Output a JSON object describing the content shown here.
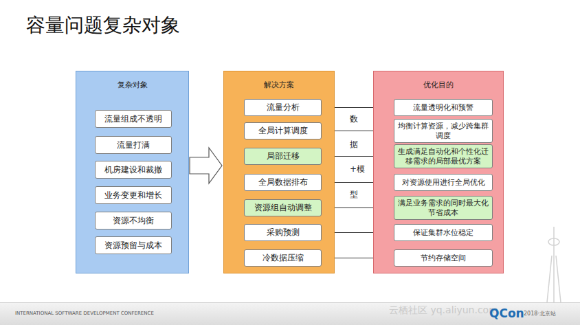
{
  "diagram": {
    "title": "容量问题复杂对象",
    "nodes": [
      {
        "text": [
          "复杂对象"
        ]
      },
      {
        "text": [
          "流量组成不透明"
        ],
        "in": 0
      },
      {
        "text": [
          "流量打满"
        ],
        "in": 0
      },
      {
        "text": [
          "机房建设和裁撤"
        ],
        "in": 0
      },
      {
        "text": [
          "业务变更和增长"
        ],
        "in": 0
      },
      {
        "text": [
          "资源不均衡"
        ],
        "in": 0
      },
      {
        "text": [
          "资源预留与成本"
        ],
        "in": 0
      },
      {
        "text": [
          "解决方案"
        ]
      },
      {
        "text": [
          "流量分析"
        ],
        "in": 7
      },
      {
        "text": [
          "全局计算调度"
        ],
        "in": 7
      },
      {
        "text": [
          "局部迁移"
        ],
        "in": 7
      },
      {
        "text": [
          "全局数据排布"
        ],
        "in": 7
      },
      {
        "text": [
          "资源组自动调整"
        ],
        "in": 7
      },
      {
        "text": [
          "采购预测"
        ],
        "in": 7
      },
      {
        "text": [
          "冷数据压缩"
        ],
        "in": 7
      },
      {
        "text": [
          "优化目的"
        ]
      },
      {
        "text": [
          "流量透明化和预警"
        ],
        "in": 15
      },
      {
        "text": [
          "均衡计算资源，减少跨集群调度"
        ],
        "in": 15
      },
      {
        "text": [
          "生成满足自动化和个性化迁移需求的局部最优方案"
        ],
        "in": 15
      },
      {
        "text": [
          "对资源使用进行全局优化"
        ],
        "in": 15
      },
      {
        "text": [
          "满足业务需求的同时最大化节省成本"
        ],
        "in": 15
      },
      {
        "text": [
          "保证集群水位稳定"
        ],
        "in": 15
      },
      {
        "text": [
          "节约存储空间"
        ],
        "in": 15
      }
    ],
    "edges": [
      {
        "from": 0,
        "to": 7,
        "arrow": "to"
      },
      {
        "from": 8,
        "to": 16,
        "arrow": "to"
      },
      {
        "from": 9,
        "to": 17,
        "arrow": "to"
      },
      {
        "from": 10,
        "to": 18,
        "arrow": "to"
      },
      {
        "from": 11,
        "to": 19,
        "arrow": "to"
      },
      {
        "from": 12,
        "to": 20,
        "arrow": "to"
      },
      {
        "from": 13,
        "to": 21,
        "arrow": "to"
      },
      {
        "from": 14,
        "to": 22,
        "arrow": "to"
      }
    ],
    "labels": [
      "数据+模型",
      "INTERNATIONAL SOFTWARE DEVELOPMENT CONFERENCE",
      "云栖社区 yq.aliyun.com",
      "QCon",
      "2018·北京站"
    ]
  }
}
